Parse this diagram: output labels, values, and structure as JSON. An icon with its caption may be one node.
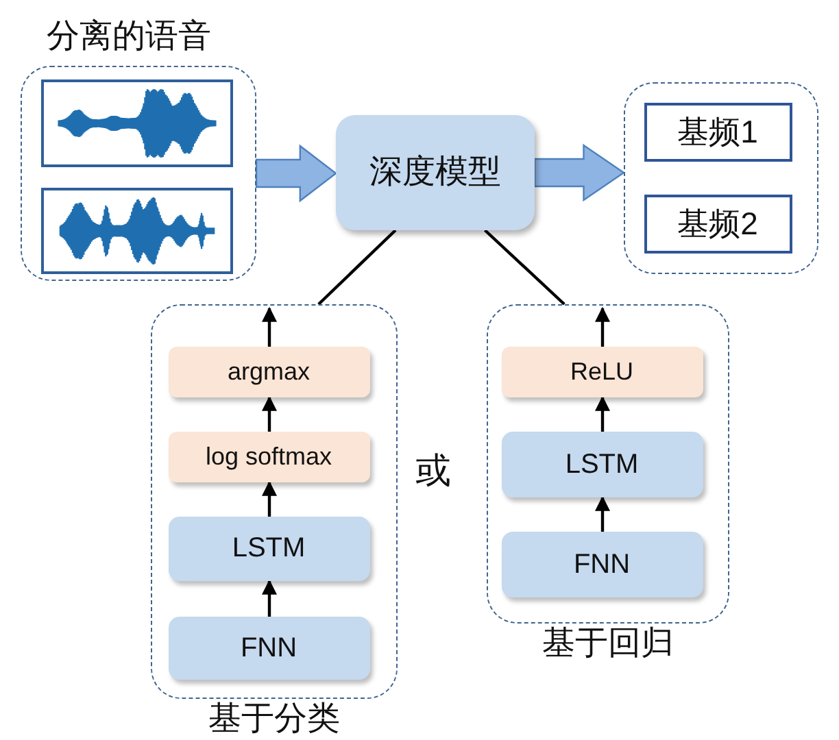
{
  "diagram": {
    "nodes": [
      {
        "text": [
          "分离的语音"
        ]
      },
      {
        "text": [],
        "shape": "picture",
        "in": 0
      },
      {
        "text": [],
        "shape": "picture",
        "in": 0
      },
      {
        "text": [
          "深度模型"
        ]
      },
      {
        "text": [],
        "shape": "box"
      },
      {
        "text": [
          "基频1"
        ],
        "in": 4
      },
      {
        "text": [
          "基频2"
        ],
        "in": 4
      },
      {
        "text": [
          "基于分类"
        ]
      },
      {
        "text": [
          "argmax"
        ],
        "in": 7
      },
      {
        "text": [
          "log softmax"
        ],
        "in": 7
      },
      {
        "text": [
          "LSTM"
        ],
        "in": 7
      },
      {
        "text": [
          "FNN"
        ],
        "in": 7
      },
      {
        "text": [
          "基于回归"
        ]
      },
      {
        "text": [
          "ReLU"
        ],
        "in": 12
      },
      {
        "text": [
          "LSTM"
        ],
        "in": 12
      },
      {
        "text": [
          "FNN"
        ],
        "in": 12
      }
    ],
    "edges": [
      {
        "from": 0,
        "to": 3,
        "arrow": "to",
        "style": "thick",
        "color": "#8eb4e3"
      },
      {
        "from": 3,
        "to": 4,
        "arrow": "to",
        "style": "thick",
        "color": "#8eb4e3"
      },
      {
        "from": 3,
        "to": 7,
        "arrow": "none"
      },
      {
        "from": 3,
        "to": 12,
        "arrow": "none"
      },
      {
        "from": 11,
        "to": 10,
        "arrow": "to"
      },
      {
        "from": 10,
        "to": 9,
        "arrow": "to"
      },
      {
        "from": 9,
        "to": 8,
        "arrow": "to"
      },
      {
        "from": 8,
        "to": null,
        "arrow": "to"
      },
      {
        "from": 15,
        "to": 14,
        "arrow": "to"
      },
      {
        "from": 14,
        "to": 13,
        "arrow": "to"
      },
      {
        "from": 13,
        "to": null,
        "arrow": "to"
      }
    ],
    "labels": [
      "或"
    ]
  }
}
